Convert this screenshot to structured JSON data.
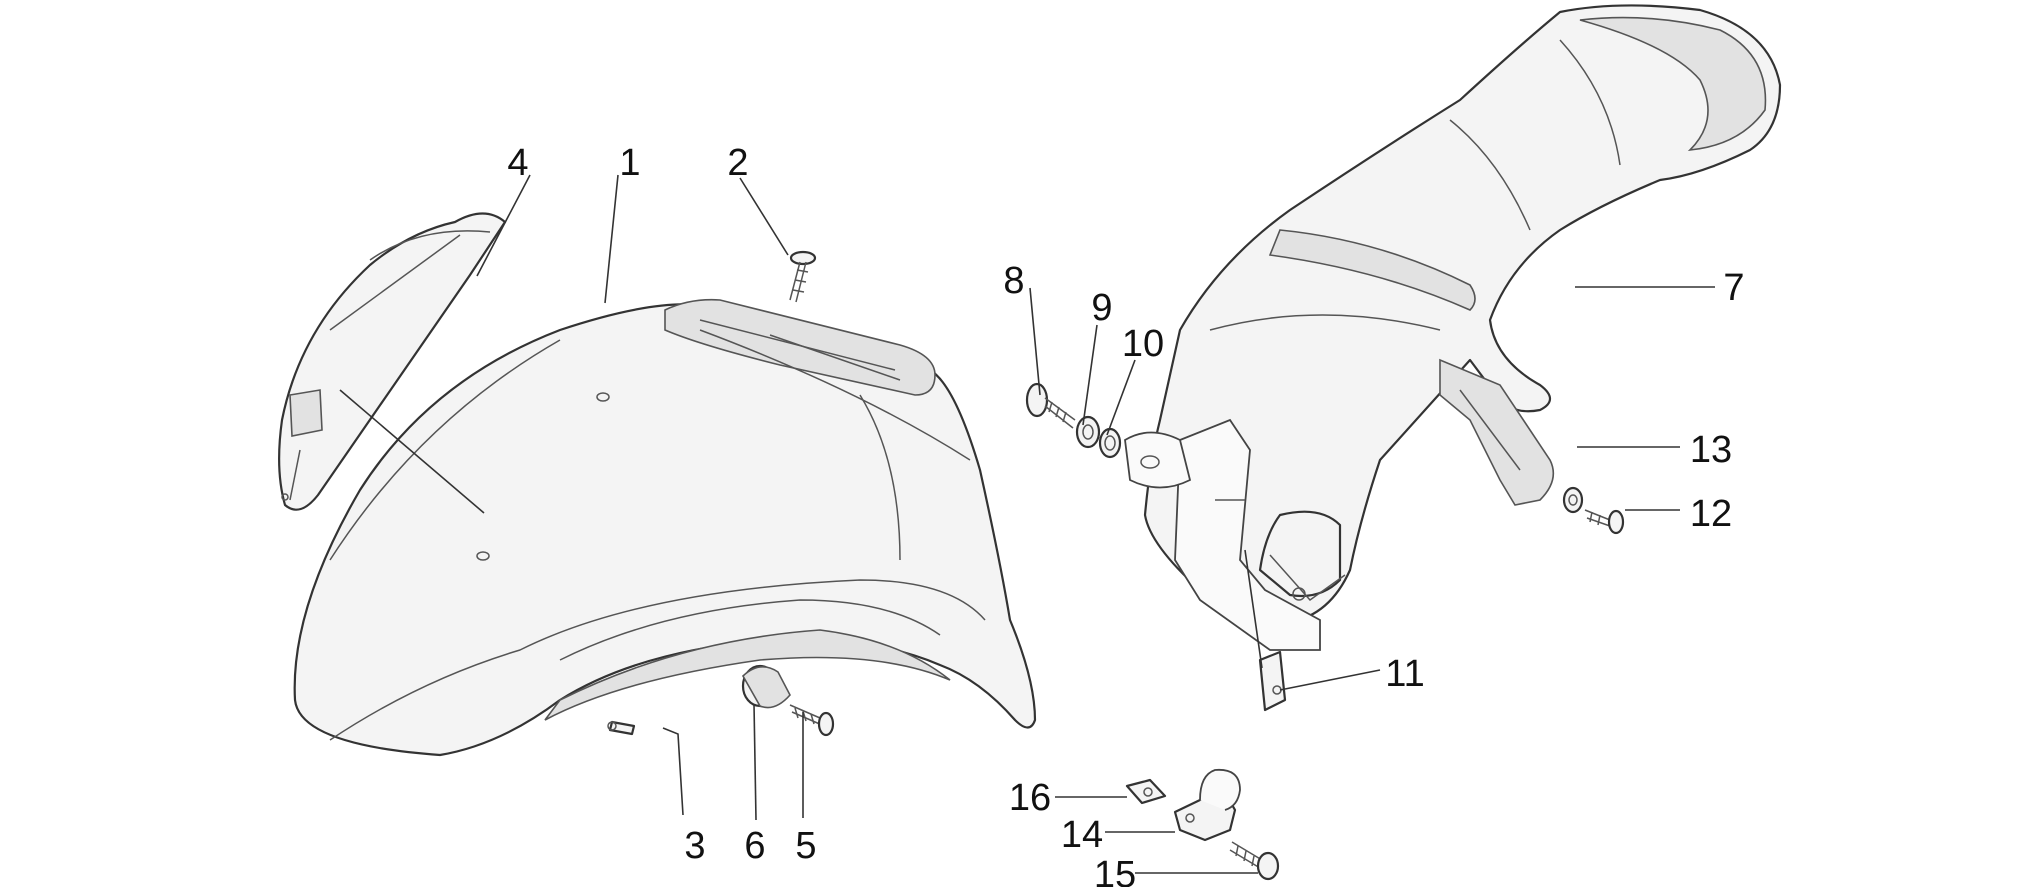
{
  "parts": [
    {
      "id": "1",
      "label": "1"
    },
    {
      "id": "2",
      "label": "2"
    },
    {
      "id": "3",
      "label": "3"
    },
    {
      "id": "4",
      "label": "4"
    },
    {
      "id": "5",
      "label": "5"
    },
    {
      "id": "6",
      "label": "6"
    },
    {
      "id": "7",
      "label": "7"
    },
    {
      "id": "8",
      "label": "8"
    },
    {
      "id": "9",
      "label": "9"
    },
    {
      "id": "10",
      "label": "10"
    },
    {
      "id": "11",
      "label": "11"
    },
    {
      "id": "12",
      "label": "12"
    },
    {
      "id": "13",
      "label": "13"
    },
    {
      "id": "14",
      "label": "14"
    },
    {
      "id": "15",
      "label": "15"
    },
    {
      "id": "16",
      "label": "16"
    }
  ]
}
